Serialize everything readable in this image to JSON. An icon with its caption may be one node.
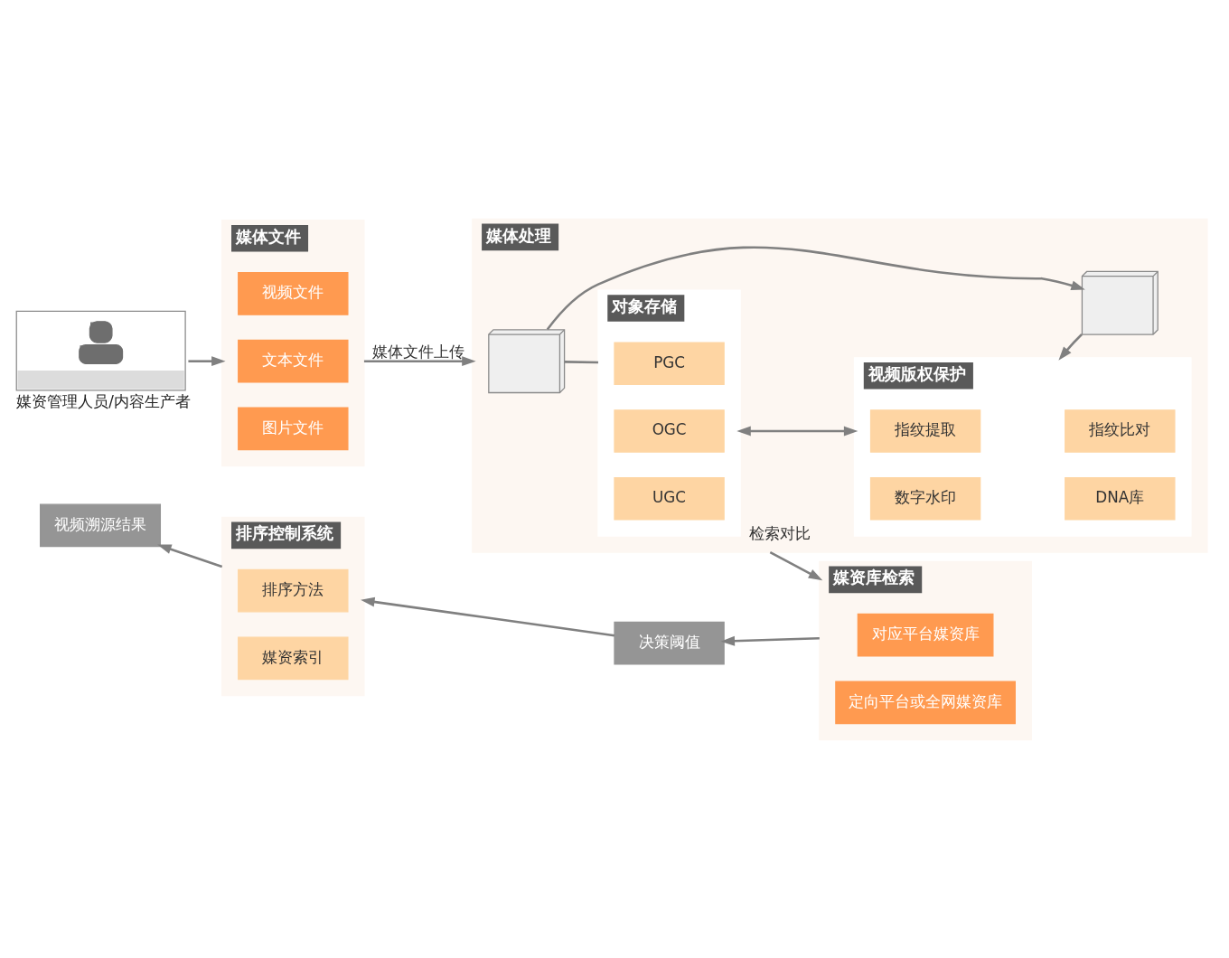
{
  "diagram": {
    "nodes": [
      {
        "text": [
          "媒资管理人员/内容生产者"
        ]
      },
      {
        "text": [
          "媒体文件"
        ]
      },
      {
        "text": [
          "视频文件"
        ],
        "in": 1
      },
      {
        "text": [
          "文本文件"
        ],
        "in": 1
      },
      {
        "text": [
          "图片文件"
        ],
        "in": 1
      },
      {
        "text": [
          "媒体处理"
        ]
      },
      {
        "text": [],
        "shape": "cube",
        "in": 5
      },
      {
        "text": [],
        "shape": "cube",
        "in": 5
      },
      {
        "text": [
          "对象存储"
        ],
        "in": 5
      },
      {
        "text": [
          "PGC"
        ],
        "in": 8
      },
      {
        "text": [
          "OGC"
        ],
        "in": 8
      },
      {
        "text": [
          "UGC"
        ],
        "in": 8
      },
      {
        "text": [
          "视频版权保护"
        ],
        "in": 5
      },
      {
        "text": [
          "指纹提取"
        ],
        "in": 12
      },
      {
        "text": [
          "指纹比对"
        ],
        "in": 12
      },
      {
        "text": [
          "数字水印"
        ],
        "in": 12
      },
      {
        "text": [
          "DNA库"
        ],
        "in": 12
      },
      {
        "text": [
          "媒资库检索"
        ]
      },
      {
        "text": [
          "对应平台媒资库"
        ],
        "in": 17
      },
      {
        "text": [
          "定向平台或全网媒资库"
        ],
        "in": 17
      },
      {
        "text": [
          "决策阈值"
        ]
      },
      {
        "text": [
          "排序控制系统"
        ]
      },
      {
        "text": [
          "排序方法"
        ],
        "in": 21
      },
      {
        "text": [
          "媒资索引"
        ],
        "in": 21
      },
      {
        "text": [
          "视频溯源结果"
        ]
      }
    ],
    "edges": [
      {
        "from": 0,
        "to": 1,
        "arrow": "to"
      },
      {
        "from": 1,
        "to": 5,
        "arrow": "to",
        "label": "媒体文件上传"
      },
      {
        "from": 6,
        "to": 7,
        "arrow": "to"
      },
      {
        "from": 6,
        "to": 8,
        "arrow": "none"
      },
      {
        "from": 7,
        "to": 12,
        "arrow": "to"
      },
      {
        "from": 8,
        "to": 12,
        "arrow": "both"
      },
      {
        "from": 5,
        "to": 17,
        "arrow": "to",
        "label": "检索对比"
      },
      {
        "from": 17,
        "to": 20,
        "arrow": "to"
      },
      {
        "from": 20,
        "to": 21,
        "arrow": "to"
      },
      {
        "from": 21,
        "to": 24,
        "arrow": "to"
      }
    ]
  }
}
